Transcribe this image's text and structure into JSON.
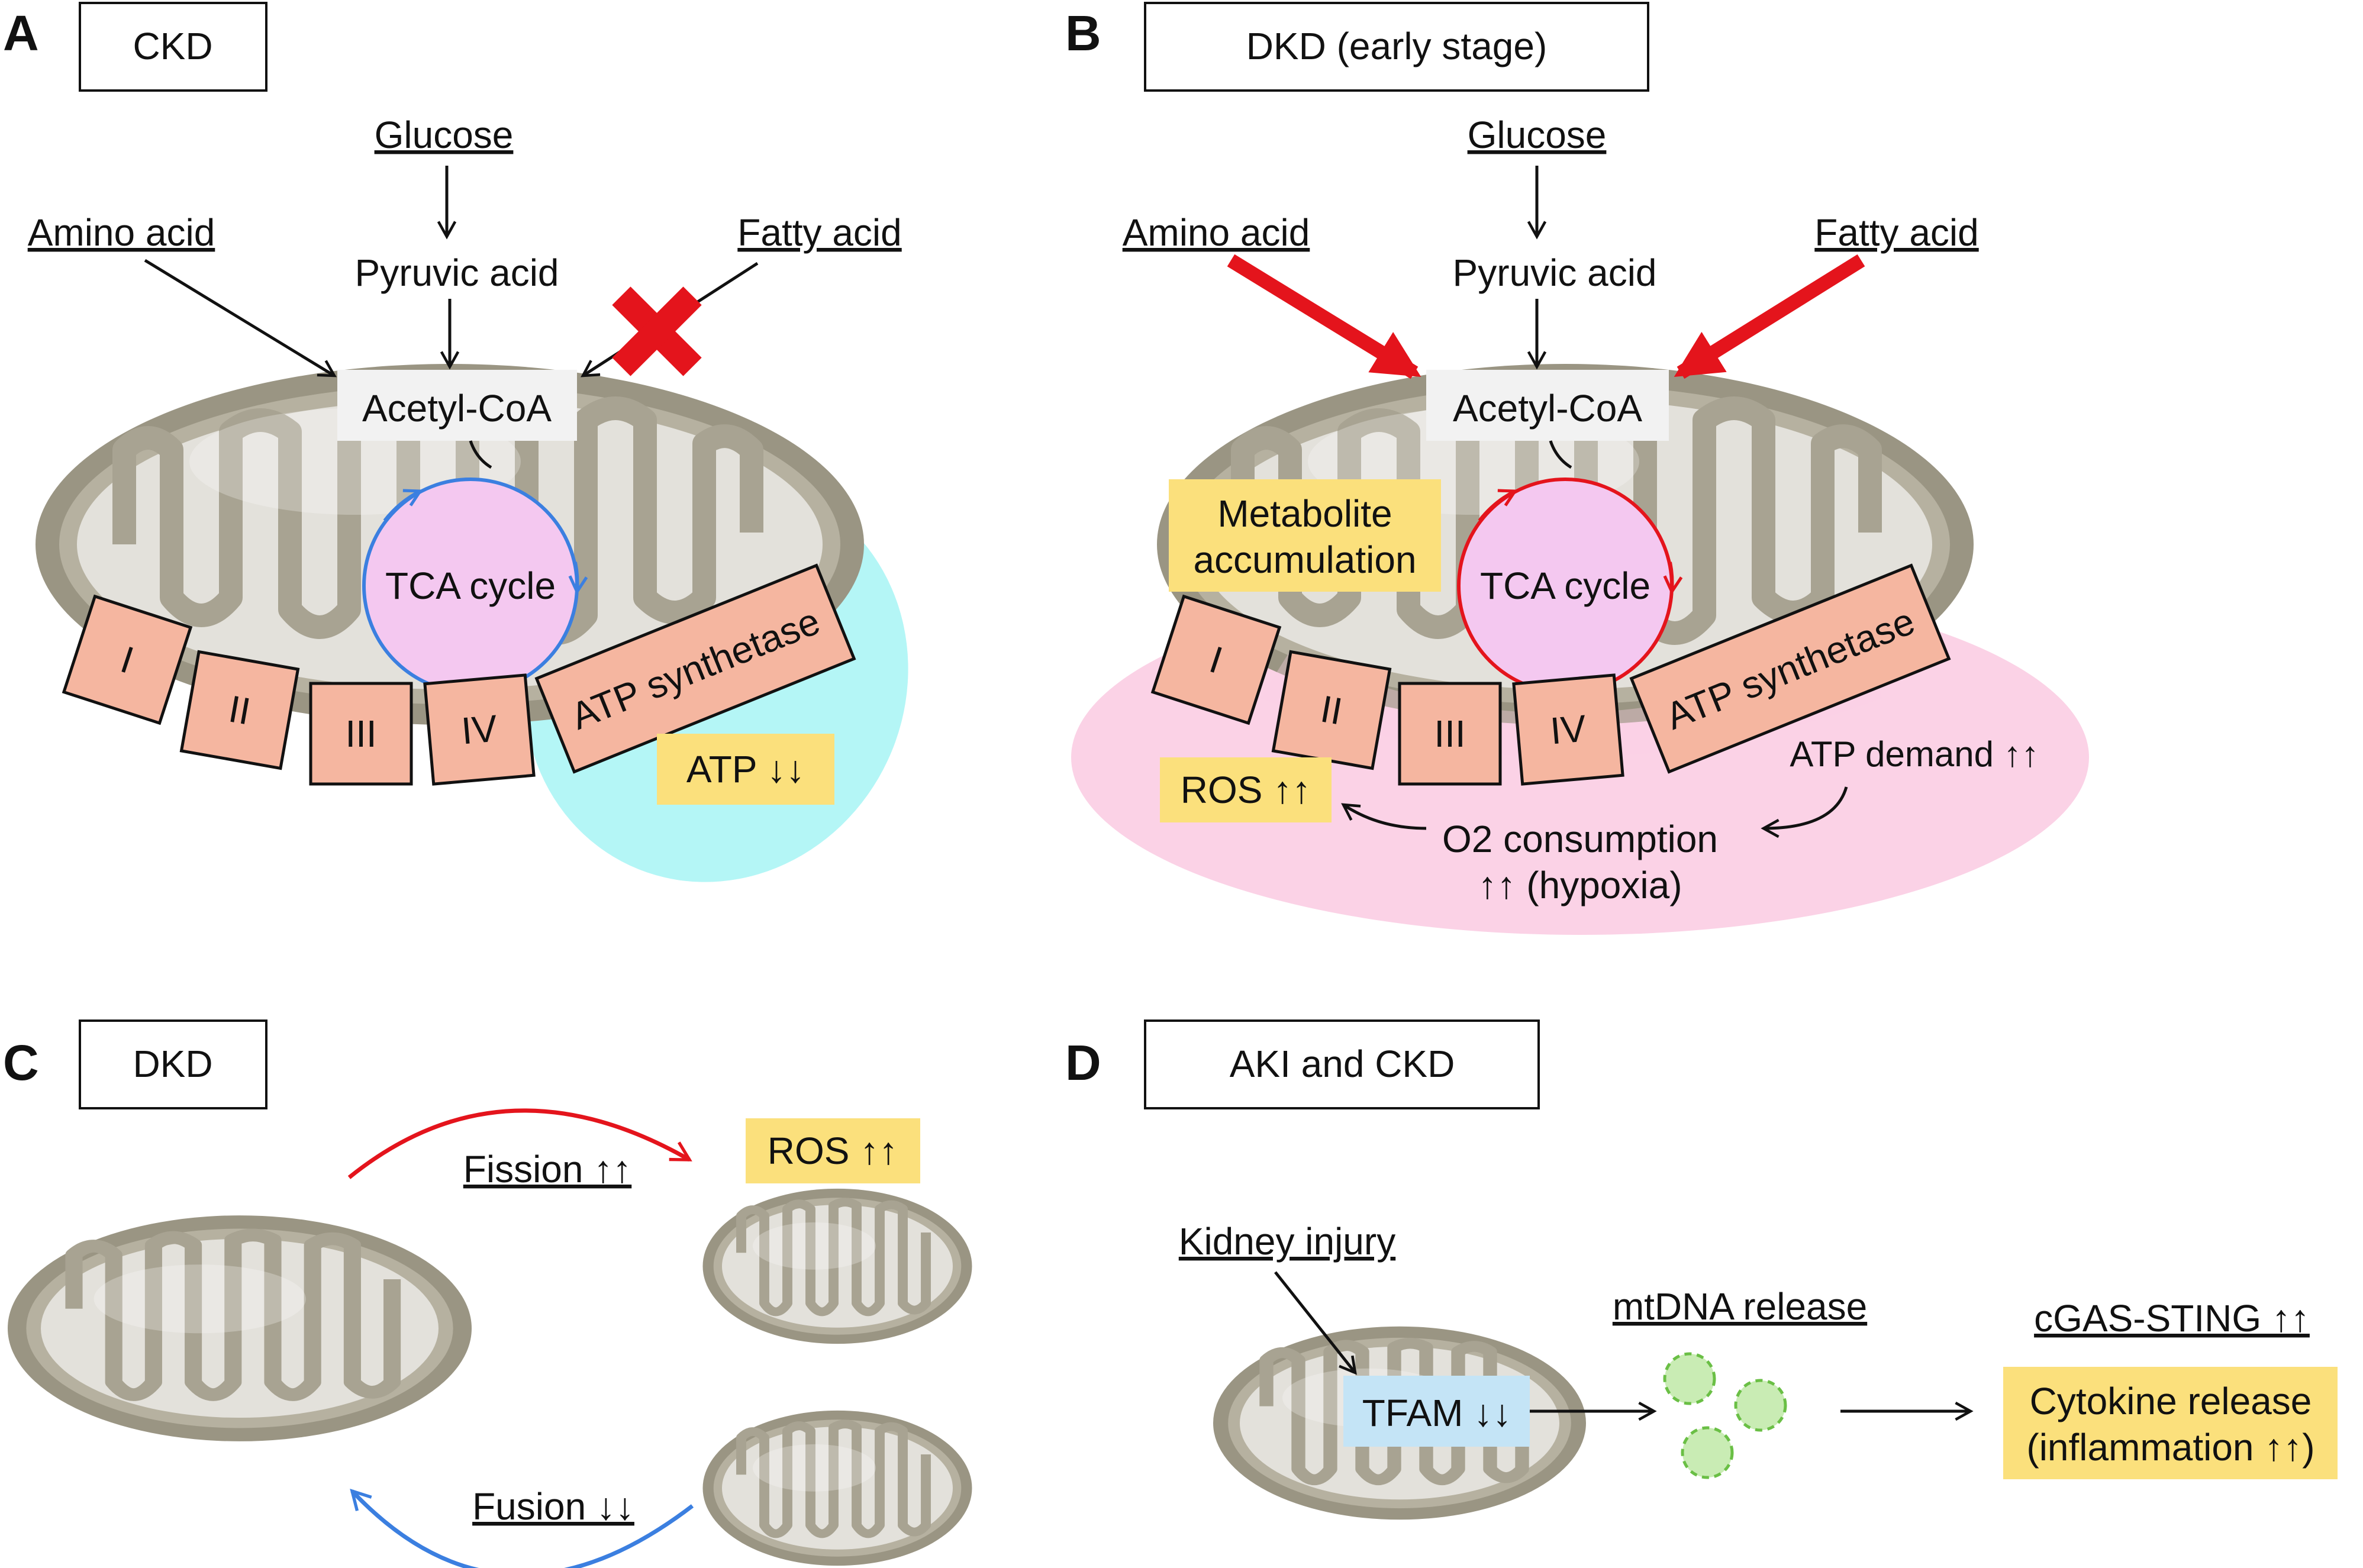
{
  "panels": {
    "A": {
      "letter": "A",
      "title": "CKD",
      "glucose": "Glucose",
      "pyruvic": "Pyruvic acid",
      "amino": "Amino acid",
      "fatty": "Fatty acid",
      "acetyl": "Acetyl-CoA",
      "tca": "TCA cycle",
      "complexes": [
        "I",
        "II",
        "III",
        "IV"
      ],
      "atp_synth": "ATP synthetase",
      "atp": "ATP ↓↓"
    },
    "B": {
      "letter": "B",
      "title": "DKD (early stage)",
      "glucose": "Glucose",
      "pyruvic": "Pyruvic acid",
      "amino": "Amino acid",
      "fatty": "Fatty acid",
      "acetyl": "Acetyl-CoA",
      "tca": "TCA cycle",
      "metabolite_1": "Metabolite",
      "metabolite_2": "accumulation",
      "complexes": [
        "I",
        "II",
        "III",
        "IV"
      ],
      "atp_synth": "ATP synthetase",
      "ros": "ROS ↑↑",
      "atp_demand": "ATP demand ↑↑",
      "o2_1": "O2 consumption",
      "o2_2": "↑↑ (hypoxia)"
    },
    "C": {
      "letter": "C",
      "title": "DKD",
      "fission": "Fission ↑↑",
      "fusion": "Fusion ↓↓",
      "ros": "ROS ↑↑"
    },
    "D": {
      "letter": "D",
      "title": "AKI and CKD",
      "kidney_injury": "Kidney injury",
      "tfam": "TFAM ↓↓",
      "mtdna": "mtDNA release",
      "cgas": "cGAS-STING ↑↑",
      "cytokine_1": "Cytokine release",
      "cytokine_2": "(inflammation ↑↑)"
    }
  },
  "colors": {
    "mito_outer": "#9a9583",
    "mito_inner_fill": "#e3e1db",
    "mito_cristae": "#a8a392",
    "complex_fill": "#f5b6a0",
    "tca_fill": "#f4c8f0",
    "tca_blue": "#3b7fe0",
    "tca_red": "#e4141c",
    "cyan_region": "#b4f6f6",
    "pink_region": "#fbd2e6",
    "yellow_label": "#fbe07c",
    "blue_label": "#c4e4f6",
    "red_arrow": "#e4141c",
    "blue_arrow": "#3b7fe0",
    "dna_green": "#6abf45"
  },
  "icons": [
    "red-x-icon",
    "mitochondrion-icon",
    "mtdna-circle-icon"
  ]
}
